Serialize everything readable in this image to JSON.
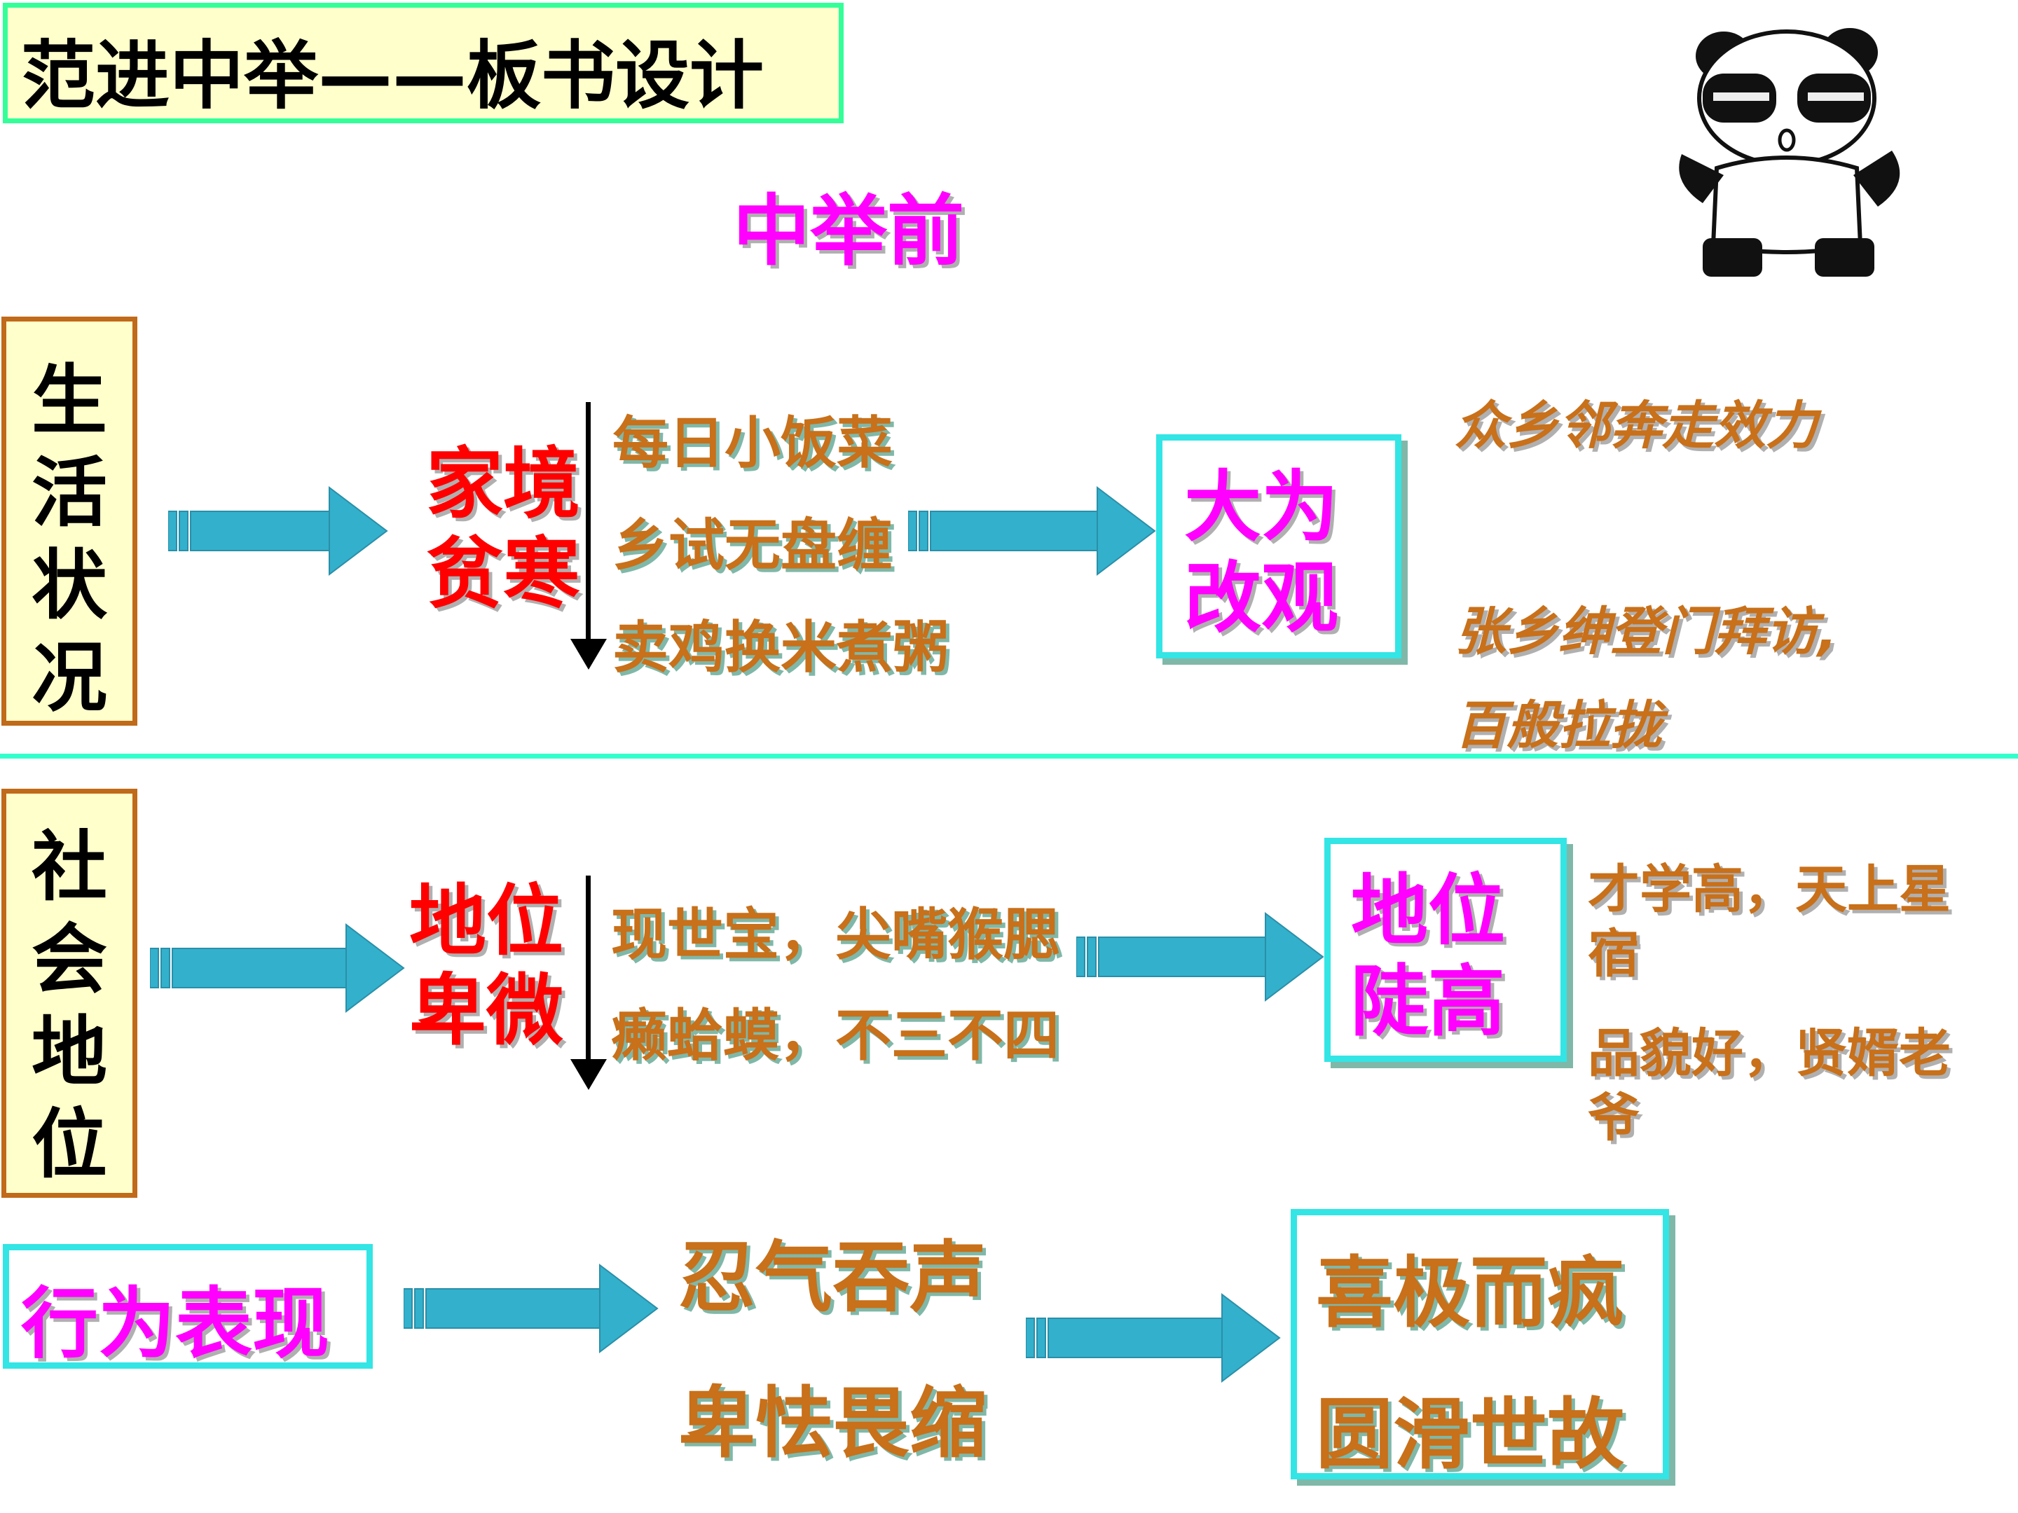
{
  "title": "范进中举——板书设计",
  "pre_exam": "中举前",
  "life": {
    "label": "生活状况",
    "chars": [
      "生",
      "活",
      "状",
      "况"
    ],
    "cause_line1": "家境",
    "cause_line2": "贫寒",
    "details": [
      "每日小饭菜",
      "乡试无盘缠",
      "卖鸡换米煮粥"
    ],
    "result_line1": "大为",
    "result_line2": "改观",
    "notes": [
      "众乡邻奔走效力",
      "张乡绅登门拜访,",
      "百般拉拢"
    ]
  },
  "social": {
    "label": "社会地位",
    "chars": [
      "社",
      "会",
      "地",
      "位"
    ],
    "cause_line1": "地位",
    "cause_line2": "卑微",
    "details": [
      "现世宝，尖嘴猴腮",
      "癞蛤蟆，不三不四"
    ],
    "result_line1": "地位",
    "result_line2": "陡高",
    "notes_line1a": "才学高，天上星",
    "notes_line1b": "宿",
    "notes_line2a": "品貌好，贤婿老",
    "notes_line2b": "爷"
  },
  "behavior": {
    "label": "行为表现",
    "before": [
      "忍气吞声",
      "卑怯畏缩"
    ],
    "after": [
      "喜极而疯",
      "圆滑世故"
    ]
  },
  "mascot": "panda-character",
  "colors": {
    "title_border": "#33ff99",
    "side_border": "#c06a1a",
    "box_border": "#33e5e5",
    "arrow": "#33b0cc",
    "divider": "#33ffcc"
  }
}
